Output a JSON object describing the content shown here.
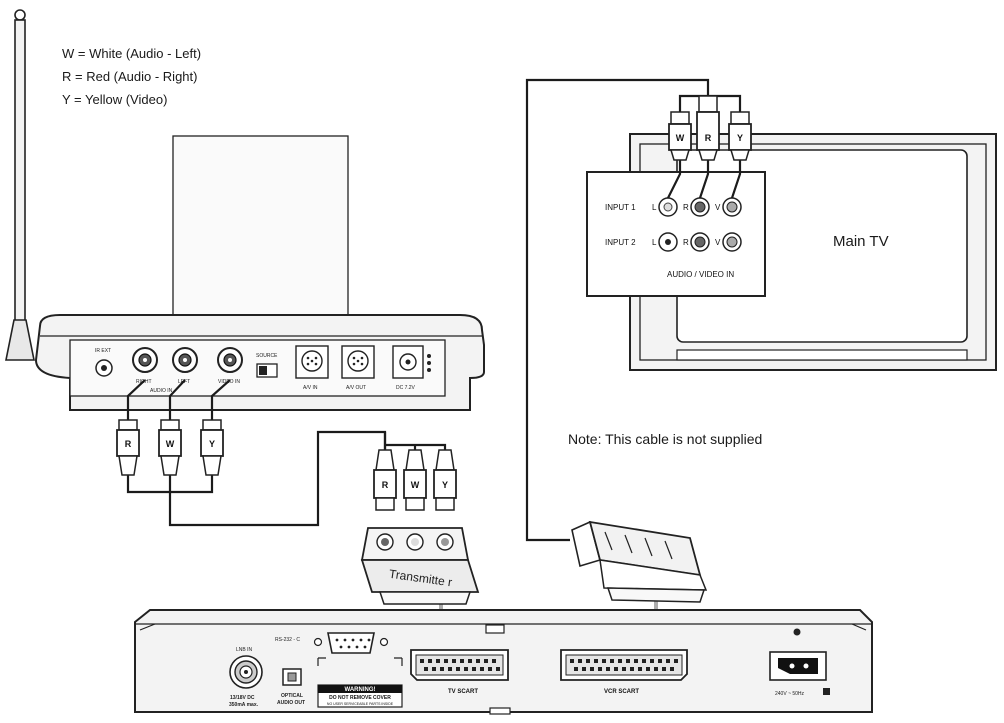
{
  "legend": {
    "white": "W = White (Audio - Left)",
    "red": "R = Red (Audio - Right)",
    "yellow": "Y = Yellow (Video)"
  },
  "note": "Note: This cable is not supplied",
  "main_tv": {
    "label": "Main TV",
    "input1": "INPUT 1",
    "input2": "INPUT 2",
    "panel_caption": "AUDIO / VIDEO IN",
    "jack_l": "L",
    "jack_r": "R",
    "jack_v": "V"
  },
  "plugs": {
    "w": "W",
    "r": "R",
    "y": "Y"
  },
  "receiver": {
    "ir_ext": "IR EXT",
    "right": "RIGHT",
    "left": "LEFT",
    "audio_in": "AUDIO IN",
    "video_in": "VIDEO IN",
    "source": "SOURCE",
    "av_in": "A/V IN",
    "av_out": "A/V OUT",
    "dc": "DC 7.2V"
  },
  "transmitter": {
    "label": "Transmitte r"
  },
  "stb": {
    "lnb_in": "LNB IN",
    "lnb_power_1": "13/18V DC",
    "lnb_power_2": "350mA max.",
    "rs232": "RS-232 - C",
    "optical_1": "OPTICAL",
    "optical_2": "AUDIO OUT",
    "warning_title": "WARNING!",
    "warning_1": "DO NOT REMOVE COVER",
    "warning_2": "NO USER SERVICEABLE PARTS INSIDE",
    "tv_scart": "TV SCART",
    "vcr_scart": "VCR SCART",
    "mains": "240V ~ 50Hz"
  }
}
